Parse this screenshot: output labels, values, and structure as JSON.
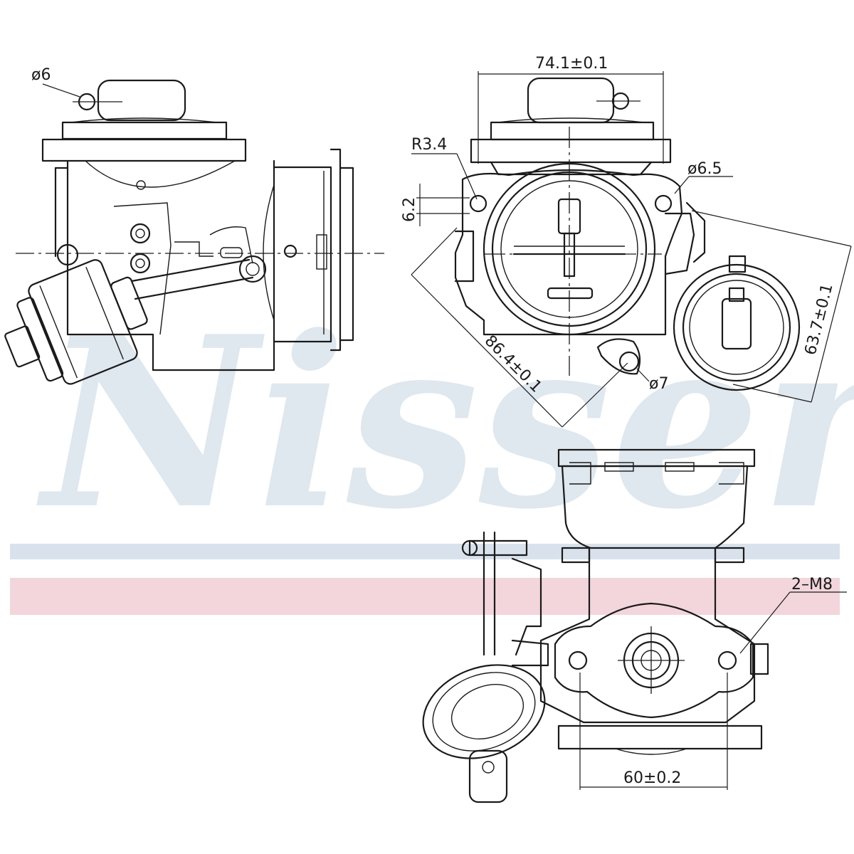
{
  "watermark": {
    "brand": "Nissens",
    "colors": {
      "text": "#dfe7ef",
      "band_top": "#d9e2ec",
      "band_bottom": "#f2d6dc"
    }
  },
  "dimensions": {
    "phi6": "ø6",
    "width_741": "74.1±0.1",
    "r34": "R3.4",
    "h62": "6.2",
    "phi65": "ø6.5",
    "d637": "63.7±0.1",
    "d864": "86.4±0.1",
    "phi7": "ø7",
    "m8": "2–M8",
    "w60": "60±0.2"
  }
}
